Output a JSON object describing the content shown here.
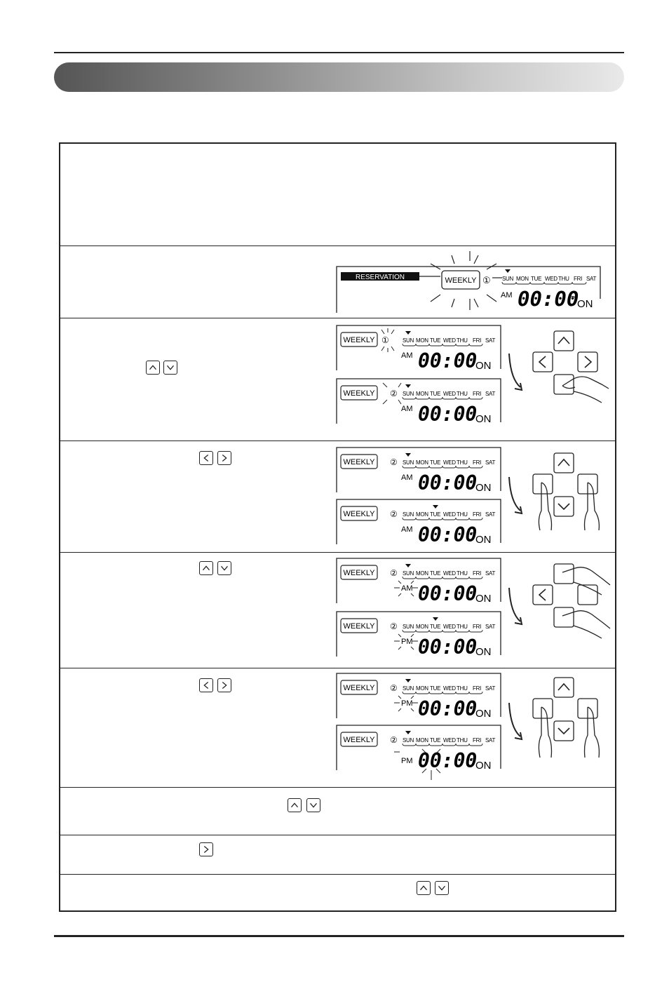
{
  "lcd": {
    "reservation": "RESERVATION",
    "weekly": "WEEKLY",
    "days": [
      "SUN",
      "MON",
      "TUE",
      "WED",
      "THU",
      "FRI",
      "SAT"
    ],
    "am": "AM",
    "pm": "PM",
    "time": "00:00",
    "tilde": "~",
    "on": "ON",
    "schedule_1": "①",
    "schedule_2": "②"
  },
  "icons": [
    "up-arrow-key-icon",
    "down-arrow-key-icon",
    "left-arrow-key-icon",
    "right-arrow-key-icon",
    "pressing-hand-icon",
    "curved-arrow-icon"
  ]
}
